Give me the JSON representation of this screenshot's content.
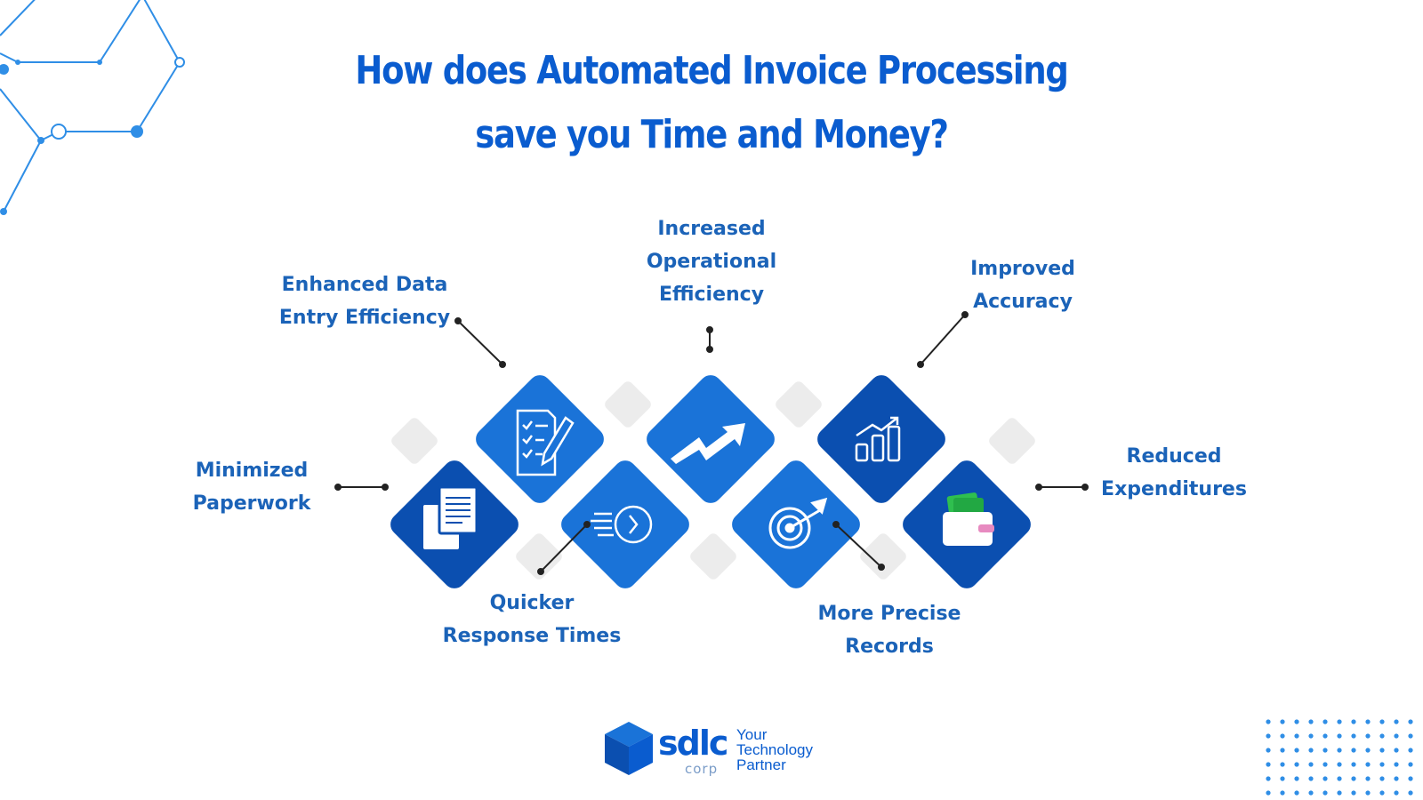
{
  "title": {
    "line1": "How does Automated Invoice Processing",
    "line2": "save you Time and Money?"
  },
  "benefits": [
    {
      "id": "paperwork",
      "lines": [
        "Minimized",
        "Paperwork"
      ],
      "icon": "documents-icon",
      "color": "#0b4fb0"
    },
    {
      "id": "data-entry",
      "lines": [
        "Enhanced Data",
        "Entry Efficiency"
      ],
      "icon": "checklist-pen-icon",
      "color": "#1a73d8"
    },
    {
      "id": "response",
      "lines": [
        "Quicker",
        "Response Times"
      ],
      "icon": "fast-clock-icon",
      "color": "#1a73d8"
    },
    {
      "id": "operational",
      "lines": [
        "Increased",
        "Operational",
        "Efficiency"
      ],
      "icon": "trend-arrow-icon",
      "color": "#1a73d8"
    },
    {
      "id": "records",
      "lines": [
        "More Precise",
        "Records"
      ],
      "icon": "target-arrow-icon",
      "color": "#1a73d8"
    },
    {
      "id": "accuracy",
      "lines": [
        "Improved",
        "Accuracy"
      ],
      "icon": "bar-chart-icon",
      "color": "#0b4fb0"
    },
    {
      "id": "expenditures",
      "lines": [
        "Reduced",
        "Expenditures"
      ],
      "icon": "wallet-cash-icon",
      "color": "#0b4fb0"
    }
  ],
  "colors": {
    "title": "#0a5ccf",
    "label": "#1b63b8",
    "decor_gray": "#ececec",
    "network": "#2f8ee6"
  },
  "logo": {
    "wordmark": "sdlc",
    "sub": "corp",
    "tagline": [
      "Your",
      "Technology",
      "Partner"
    ]
  }
}
